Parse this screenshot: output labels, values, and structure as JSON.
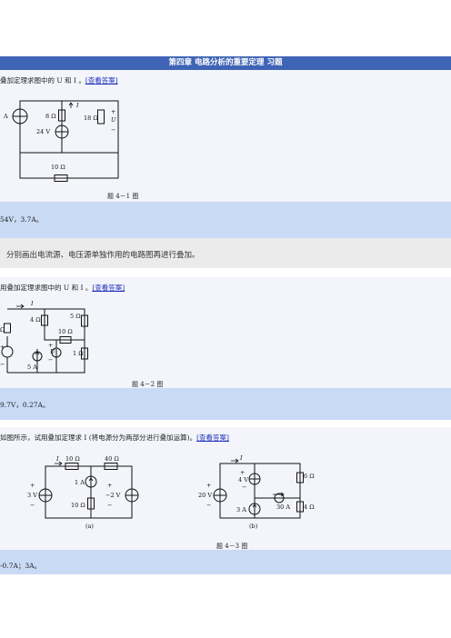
{
  "header": {
    "title": "第四章  电路分析的重要定理  习题"
  },
  "q1": {
    "text": "叠加定理求图中的 U 和 I 。",
    "link": "[查看答案]",
    "caption": "题 4－1 图",
    "labels": {
      "i": "I",
      "r8": "8 Ω",
      "r18": "18 Ω",
      "plus": "+",
      "u": "U",
      "minus": "−",
      "v24": "24 V",
      "r10": "10 Ω",
      "a": "A"
    }
  },
  "a1": {
    "text": "54V，3.7A。"
  },
  "tip": {
    "text": "分别画出电流源、电压源单独作用的电路图再进行叠加。"
  },
  "q2": {
    "text": "用叠加定理求图中的 U 和 I 。",
    "link": "[查看答案]",
    "caption": "题 4－2 图",
    "labels": {
      "i": "I",
      "r4": "4 Ω",
      "r5": "5 Ω",
      "r10": "10 Ω",
      "r1": "1 Ω",
      "omega": "Ω",
      "plus": "+",
      "minus": "−",
      "u": "U",
      "a5": "5 A"
    }
  },
  "a2": {
    "text": "9.7V，0.27A。"
  },
  "q3": {
    "text": "如图所示，试用叠加定理求 I (将电源分为两部分进行叠加运算)。",
    "link": "[查看答案]",
    "caption": "题 4－3 图",
    "labels_a": {
      "i": "I",
      "r10a": "10 Ω",
      "r40": "40 Ω",
      "a1": "1 A",
      "v3": "3 V",
      "vm2": "−2 V",
      "r10b": "10 Ω",
      "plus": "+",
      "minus": "−",
      "sub": "(a)"
    },
    "labels_b": {
      "i": "I",
      "v4": "4 V",
      "r6": "6 Ω",
      "v20": "20 V",
      "a30": "30 A",
      "a3": "3 A",
      "r4": "4 Ω",
      "plus": "+",
      "minus": "−",
      "sub": "(b)"
    }
  },
  "a3": {
    "text": "-0.7A；3A。"
  }
}
